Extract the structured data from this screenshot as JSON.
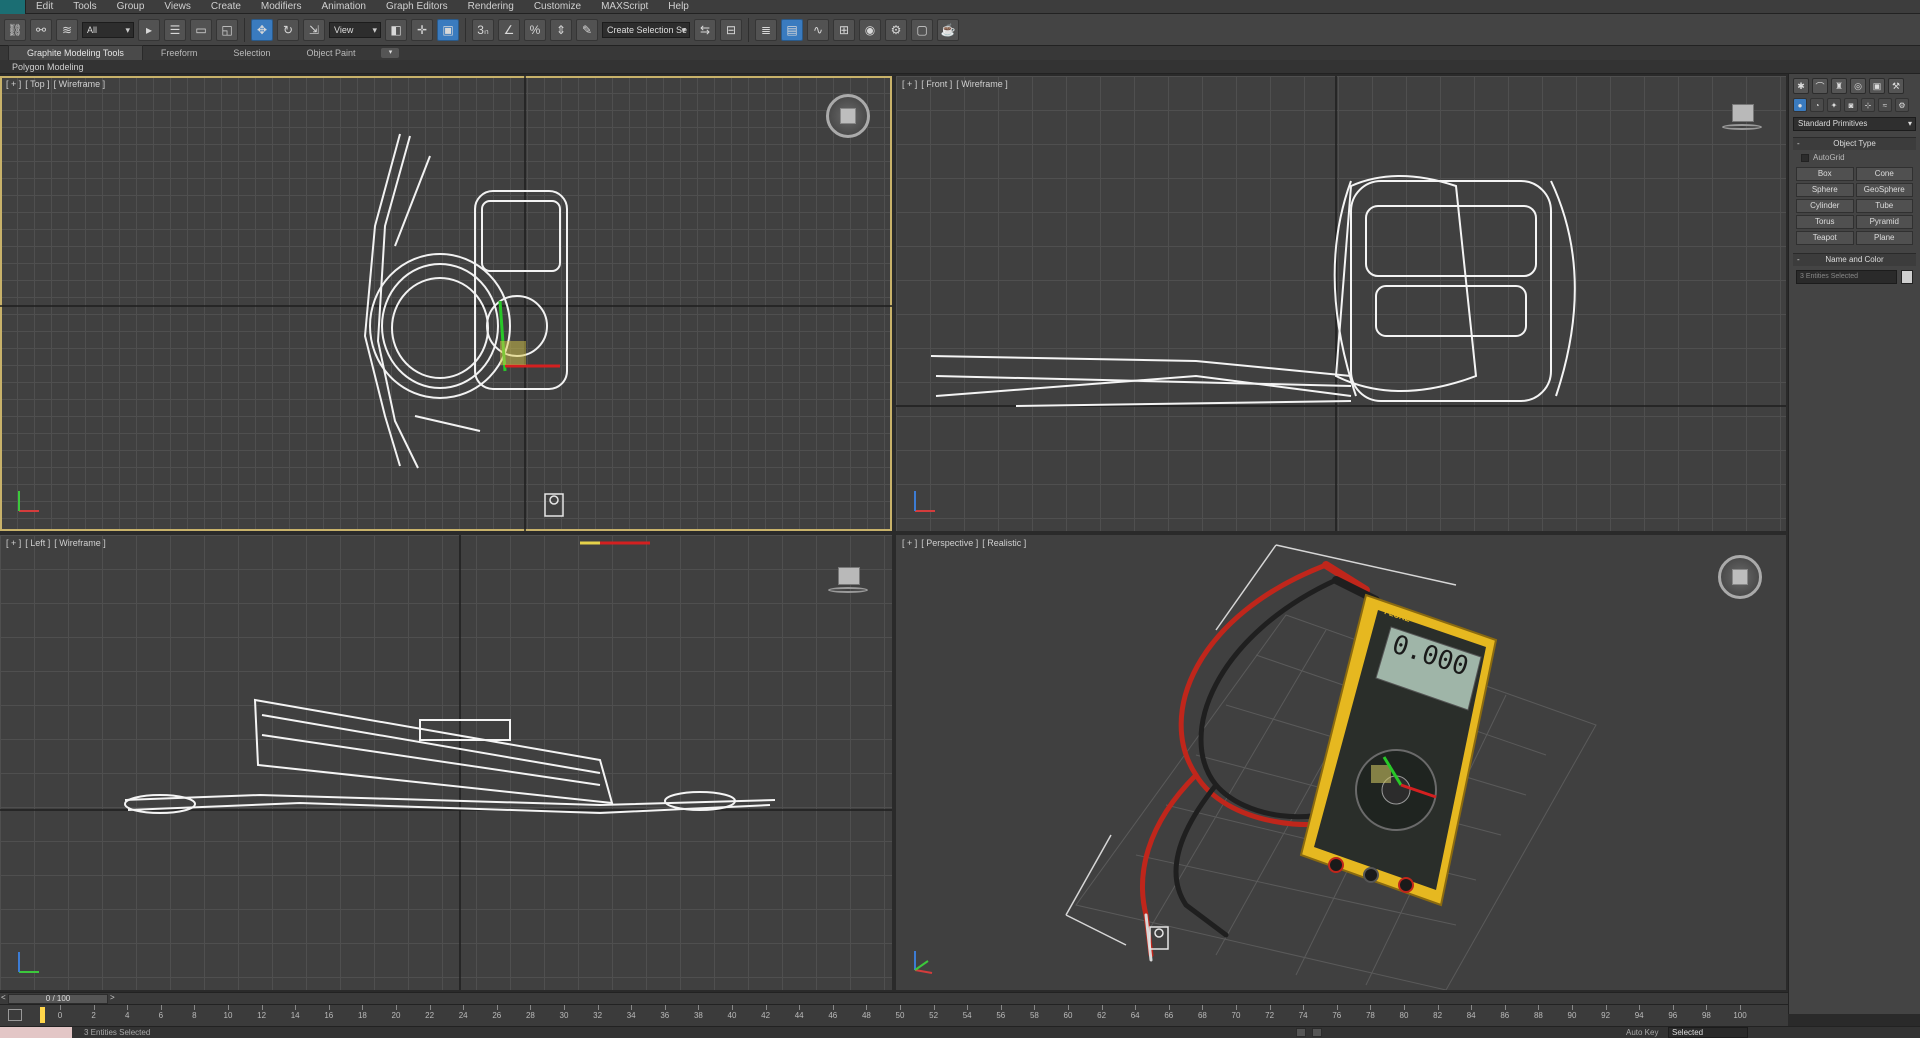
{
  "menu": [
    "Edit",
    "Tools",
    "Group",
    "Views",
    "Create",
    "Modifiers",
    "Animation",
    "Graph Editors",
    "Rendering",
    "Customize",
    "MAXScript",
    "Help"
  ],
  "toolbar": {
    "filter": "All",
    "ref_coord": "View",
    "named_selection": "Create Selection Se"
  },
  "ribbon": {
    "tabs": [
      "Graphite Modeling Tools",
      "Freeform",
      "Selection",
      "Object Paint"
    ],
    "panel": "Polygon Modeling",
    "toggle": "▾"
  },
  "viewports": {
    "top": {
      "plus": "[ + ]",
      "view": "[ Top ]",
      "shading": "[ Wireframe ]"
    },
    "front": {
      "plus": "[ + ]",
      "view": "[ Front ]",
      "shading": "[ Wireframe ]"
    },
    "left": {
      "plus": "[ + ]",
      "view": "[ Left ]",
      "shading": "[ Wireframe ]"
    },
    "perspective": {
      "plus": "[ + ]",
      "view": "[ Perspective ]",
      "shading": "[ Realistic ]"
    }
  },
  "command_panel": {
    "dropdown": "Standard Primitives",
    "object_type": "Object Type",
    "autogrid": "AutoGrid",
    "primitives": [
      "Box",
      "Cone",
      "Sphere",
      "GeoSphere",
      "Cylinder",
      "Tube",
      "Torus",
      "Pyramid",
      "Teapot",
      "Plane"
    ],
    "name_and_color": "Name and Color",
    "name_value": "3 Entities Selected",
    "swatch_color": "#cfcfcf"
  },
  "time": {
    "slider": "0 / 100",
    "ticks": [
      "0",
      "2",
      "4",
      "6",
      "8",
      "10",
      "12",
      "14",
      "16",
      "18",
      "20",
      "22",
      "24",
      "26",
      "28",
      "30",
      "32",
      "34",
      "36",
      "38",
      "40",
      "42",
      "44",
      "46",
      "48",
      "50",
      "52",
      "54",
      "56",
      "58",
      "60",
      "62",
      "64",
      "66",
      "68",
      "70",
      "72",
      "74",
      "76",
      "78",
      "80",
      "82",
      "84",
      "86",
      "88",
      "90",
      "92",
      "94",
      "96",
      "98",
      "100"
    ],
    "prev": "<",
    "next": ">"
  },
  "status": {
    "text": "3 Entities Selected",
    "autokey": "Auto Key",
    "setkey": "Selected"
  },
  "multimeter": {
    "display": "0.000",
    "brand": "FLUKE"
  },
  "colors": {
    "viewport_bg": "#404040",
    "active_border": "#c8b26a",
    "accent": "#3a7bbf",
    "meter_yellow": "#e6b820",
    "lead_red": "#c0261b"
  }
}
